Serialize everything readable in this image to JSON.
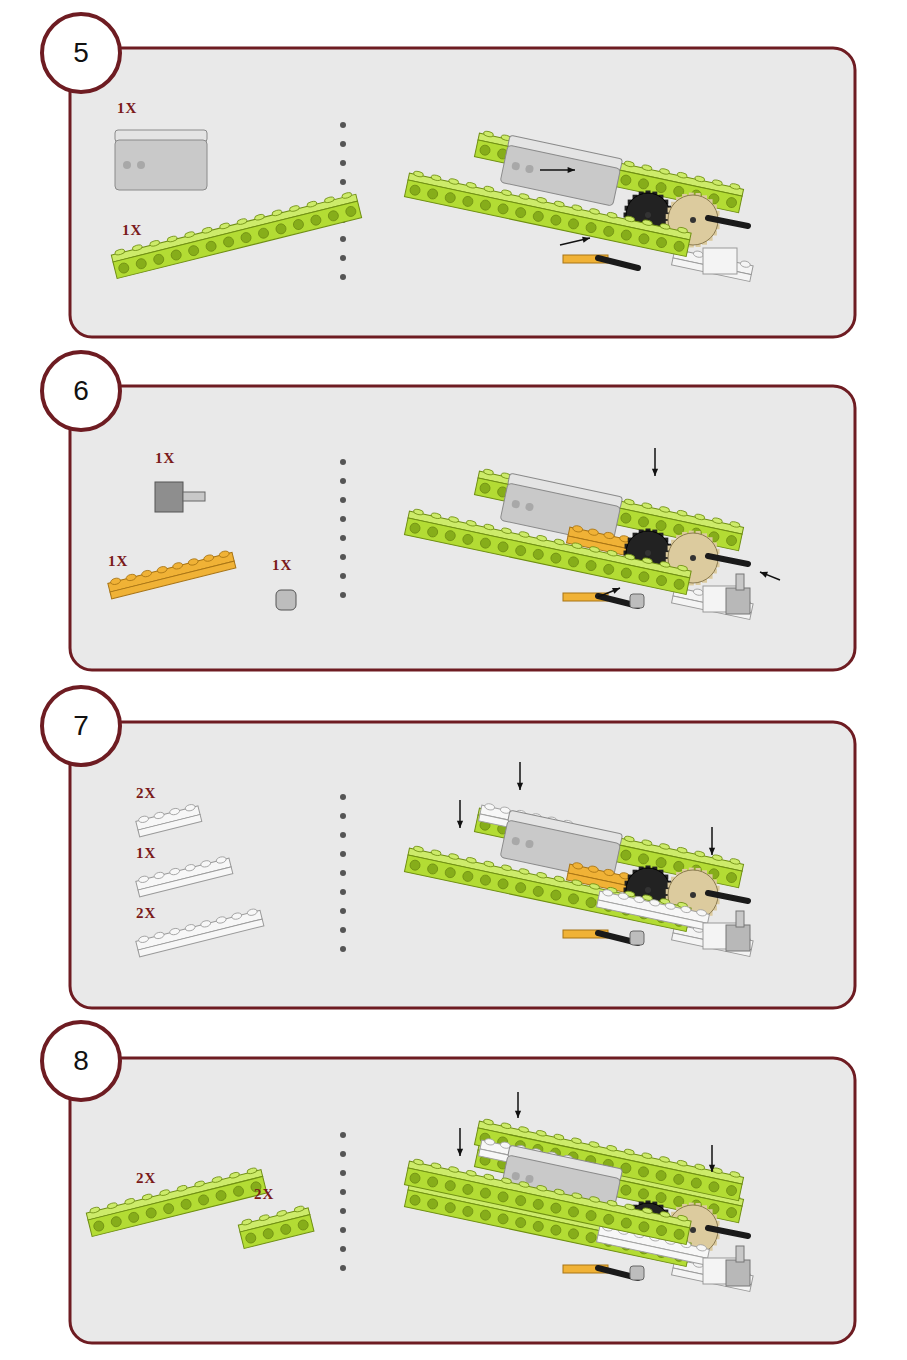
{
  "diagram": {
    "nodes": [
      {
        "text": [
          "5"
        ]
      },
      {
        "text": [
          "6"
        ]
      },
      {
        "text": [
          "7"
        ]
      },
      {
        "text": [
          "8"
        ]
      }
    ],
    "labels": [
      "1X",
      "1X",
      "1X",
      "1X",
      "1X",
      "2X",
      "1X",
      "2X",
      "2X",
      "2X"
    ]
  }
}
